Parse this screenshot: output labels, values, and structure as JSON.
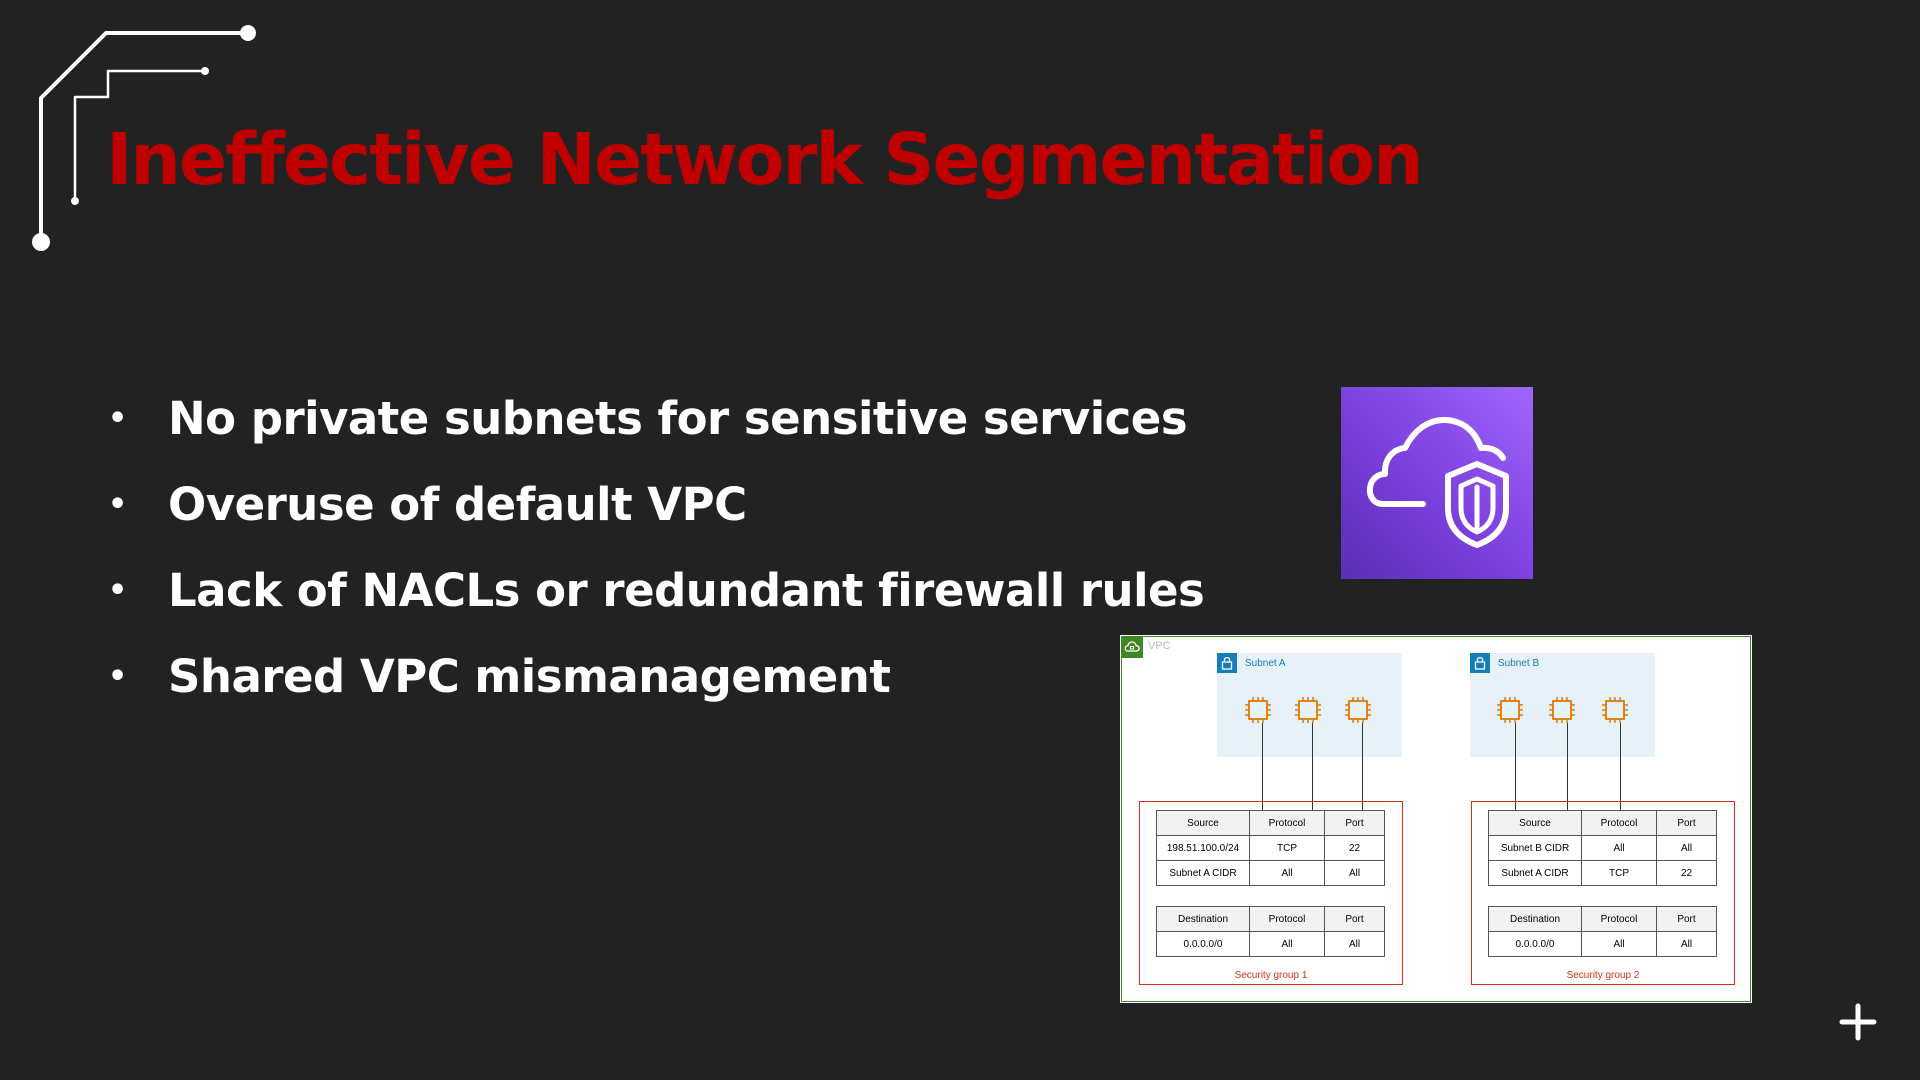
{
  "slide": {
    "title": "Ineffective Network Segmentation",
    "accent_color": "#c00000",
    "bullets": [
      "No private subnets for sensitive services",
      "Overuse of default VPC",
      "Lack of NACLs or redundant firewall rules",
      "Shared VPC mismanagement"
    ],
    "bullet_glyph": "•"
  },
  "icon_tile": {
    "icon": "cloud-shield-icon",
    "colors": [
      "#a166ff",
      "#5a30b5"
    ]
  },
  "diagram": {
    "vpc_label": "VPC",
    "subnets": [
      {
        "label": "Subnet A"
      },
      {
        "label": "Subnet B"
      }
    ],
    "security_groups": [
      {
        "label": "Security group 1",
        "inbound": {
          "headers": [
            "Source",
            "Protocol",
            "Port"
          ],
          "rows": [
            [
              "198.51.100.0/24",
              "TCP",
              "22"
            ],
            [
              "Subnet A CIDR",
              "All",
              "All"
            ]
          ]
        },
        "outbound": {
          "headers": [
            "Destination",
            "Protocol",
            "Port"
          ],
          "rows": [
            [
              "0.0.0.0/0",
              "All",
              "All"
            ]
          ]
        }
      },
      {
        "label": "Security group 2",
        "inbound": {
          "headers": [
            "Source",
            "Protocol",
            "Port"
          ],
          "rows": [
            [
              "Subnet B CIDR",
              "All",
              "All"
            ],
            [
              "Subnet A CIDR",
              "TCP",
              "22"
            ]
          ]
        },
        "outbound": {
          "headers": [
            "Destination",
            "Protocol",
            "Port"
          ],
          "rows": [
            [
              "0.0.0.0/0",
              "All",
              "All"
            ]
          ]
        }
      }
    ]
  }
}
